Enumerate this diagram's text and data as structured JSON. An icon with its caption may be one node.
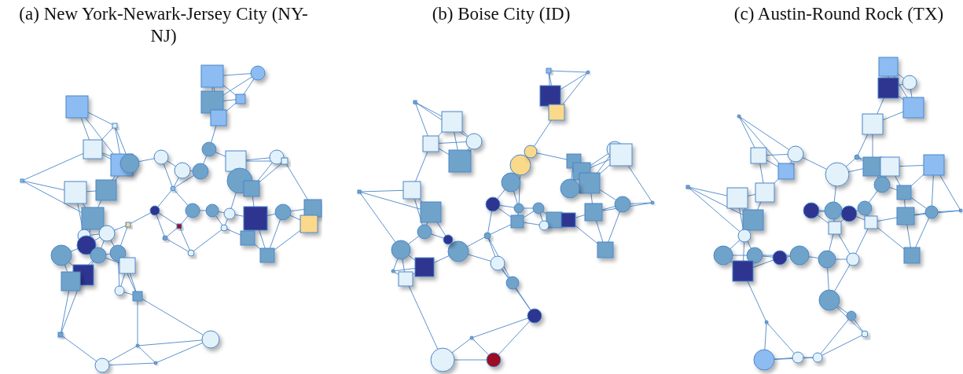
{
  "diagram": {
    "labels": [
      "(a) New York-Newark-Jersey City (NY-NJ)",
      "(b) Boise City (ID)",
      "(c) Austin-Round Rock (TX)"
    ]
  }
}
